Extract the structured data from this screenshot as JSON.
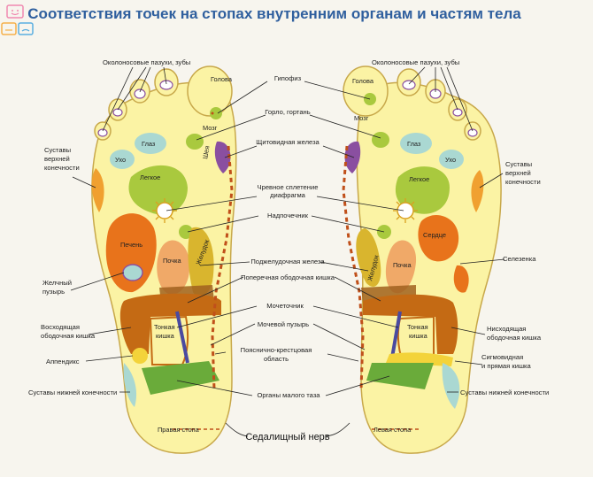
{
  "title": "Соответствия точек на стопах внутренним органам и частям тела",
  "labels": {
    "sinuses_left": "Околоносовые пазухи, зубы",
    "sinuses_right": "Околоносовые пазухи, зубы",
    "pituitary": "Гипофиз",
    "throat": "Горло, гортань",
    "thyroid": "Щитовидная железа",
    "solar": "Чревное сплетение",
    "diaphragm": "диафрагма",
    "adrenal": "Надпочечник",
    "pancreas": "Поджелудочная железа",
    "transverse_colon": "Поперечная ободочная кишка",
    "ureter": "Мочеточник",
    "bladder": "Мочевой пузырь",
    "lumbosacral_1": "Пояснично-крестцовая",
    "lumbosacral_2": "область",
    "pelvic": "Органы малого таза",
    "sciatic": "Седалищный нерв",
    "upper_joints_left_1": "Суставы",
    "upper_joints_left_2": "верхней",
    "upper_joints_left_3": "конечности",
    "upper_joints_right_1": "Суставы",
    "upper_joints_right_2": "верхней",
    "upper_joints_right_3": "конечности",
    "gallbladder_1": "Желчный",
    "gallbladder_2": "пузырь",
    "ascending_1": "Восходящая",
    "ascending_2": "ободочная кишка",
    "appendix": "Аппендикс",
    "lower_joints_left": "Суставы нижней конечности",
    "lower_joints_right": "Суставы нижней конечности",
    "spleen": "Селезенка",
    "descending_1": "Нисходящая",
    "descending_2": "ободочная кишка",
    "sigmoid_1": "Сигмовидная",
    "sigmoid_2": "и прямая кишка"
  },
  "organs": {
    "head_l": "Голова",
    "brain_l": "Мозг",
    "eye_l": "Глаз",
    "ear_l": "Ухо",
    "lung_l": "Легкое",
    "neck_l": "Шея",
    "liver": "Печень",
    "kidney_l": "Почка",
    "stomach": "Желудок",
    "small_int_l_1": "Тонкая",
    "small_int_l_2": "кишка",
    "right_foot": "Правая стопа",
    "head_r": "Голова",
    "brain_r": "Мозг",
    "eye_r": "Глаз",
    "ear_r": "Ухо",
    "lung_r": "Легкое",
    "heart": "Сердце",
    "kidney_r": "Почка",
    "stomach_r": "Желудок",
    "small_int_r_1": "Тонкая",
    "small_int_r_2": "кишка",
    "left_foot": "Левая стопа"
  },
  "colors": {
    "foot": "#fbf3a4",
    "title": "#2f5f9e",
    "lung": "#a9c93e",
    "liver": "#e8731b",
    "heart": "#e8731b",
    "kidney": "#f0a968",
    "eye_ear": "#aad8d2",
    "bladder": "#8a4fa0",
    "colon": "#c46a14",
    "pelvic": "#6aab3a",
    "spine": "#c0501a"
  }
}
